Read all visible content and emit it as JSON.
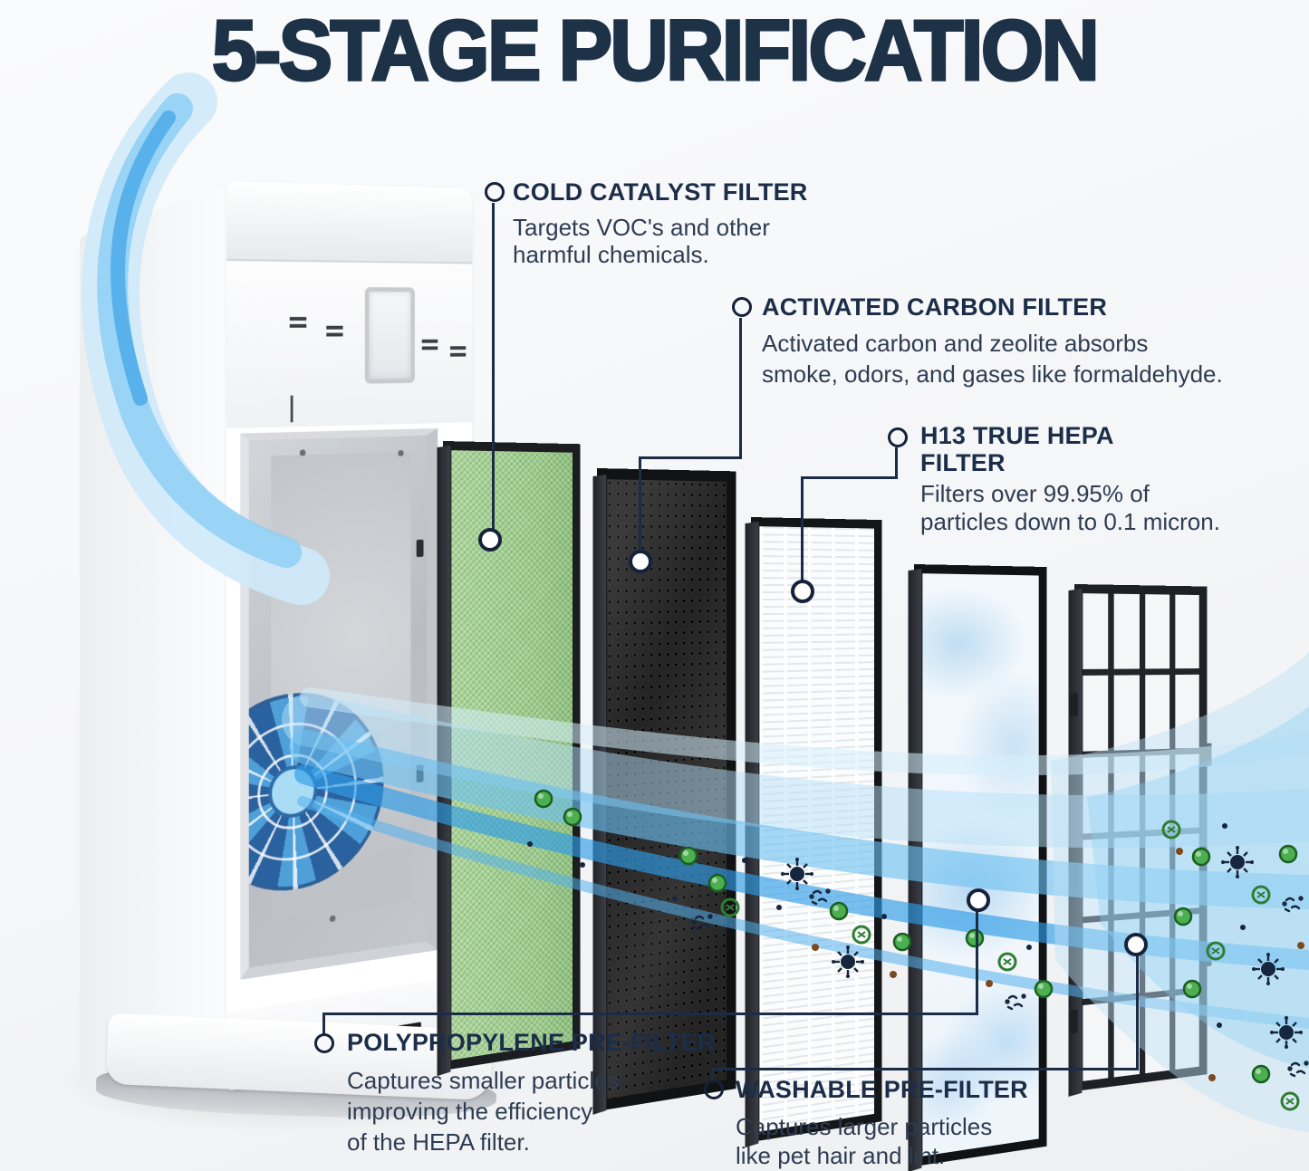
{
  "title": "5-STAGE PURIFICATION",
  "colors": {
    "navy": "#1d3147",
    "body_text": "#2e3c52",
    "stream_blue": "#3da4e8",
    "light_blue": "#bfe3f8",
    "green_filter": "#9dcb8c",
    "germ_green": "#4caf50"
  },
  "callouts": [
    {
      "id": "cold-catalyst",
      "heading": "COLD CATALYST FILTER",
      "body": "Targets VOC's and other\nharmful chemicals."
    },
    {
      "id": "activated-carbon",
      "heading": "ACTIVATED CARBON FILTER",
      "body": "Activated carbon and zeolite absorbs\nsmoke, odors, and gases like formaldehyde."
    },
    {
      "id": "h13-true-hepa",
      "heading": "H13 TRUE HEPA\nFILTER",
      "body": "Filters over 99.95% of\nparticles down to 0.1 micron."
    },
    {
      "id": "polypropylene",
      "heading": "POLYPROPYLENE PRE-FILTER",
      "body": "Captures smaller particles\nimproving the efficiency\nof the HEPA filter."
    },
    {
      "id": "washable",
      "heading": "WASHABLE PRE-FILTER",
      "body": "Captures larger particles\nlike pet hair and lint."
    }
  ]
}
